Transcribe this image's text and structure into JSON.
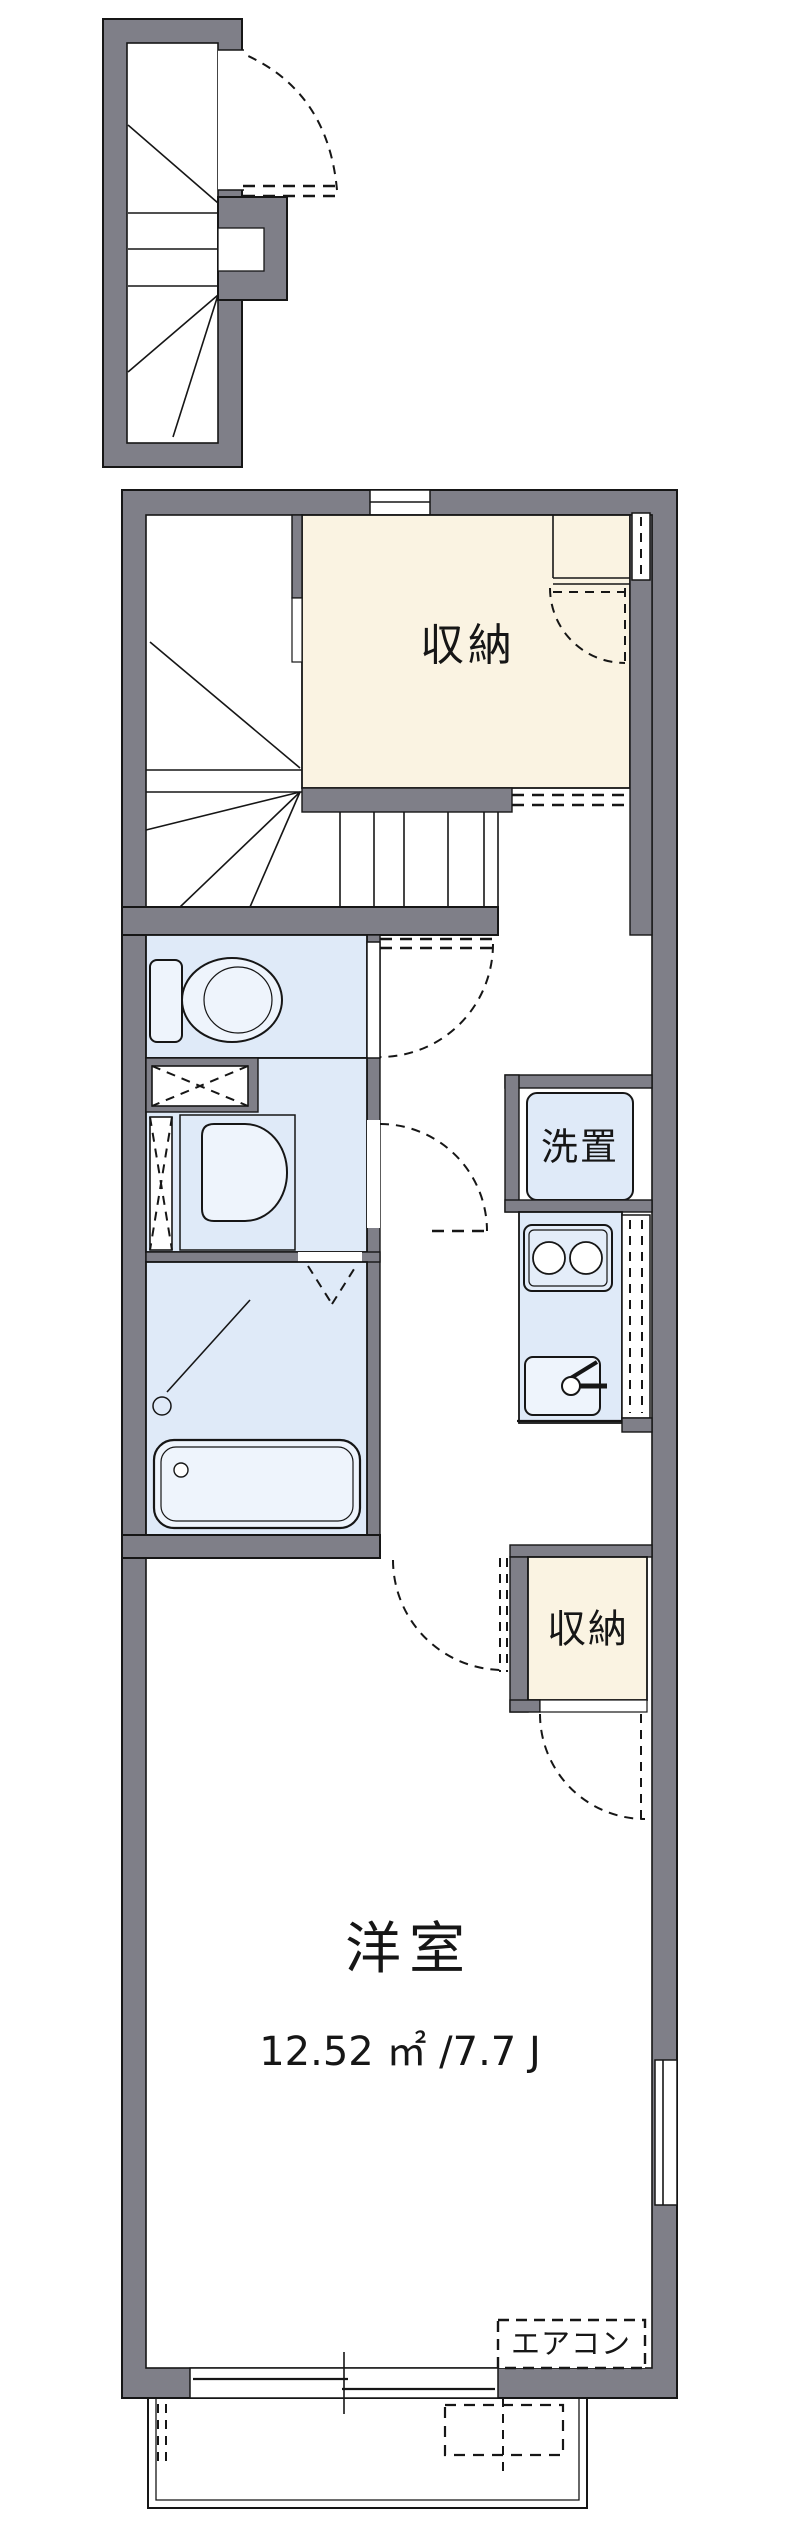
{
  "plan": {
    "labels": {
      "storage_upper": "収納",
      "laundry": "洗置",
      "storage_lower": "収納",
      "main_room": "洋室",
      "main_room_area": "12.52 ㎡ /7.7 J",
      "aircon": "エアコン"
    },
    "colors": {
      "wall": "#7f7f88",
      "storage": "#faf3e2",
      "water": "#dfeaf8",
      "line": "#161616"
    }
  }
}
